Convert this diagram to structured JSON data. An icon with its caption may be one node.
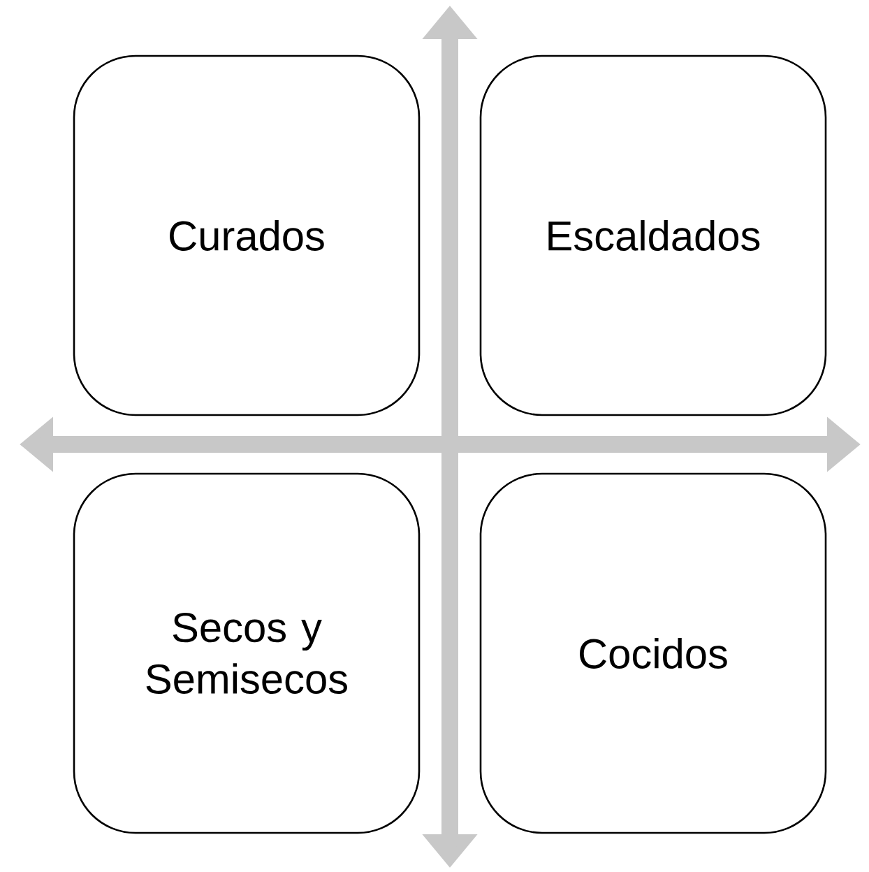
{
  "diagram": {
    "nodes": [
      {
        "text": [
          "Curados"
        ]
      },
      {
        "text": [
          "Escaldados"
        ]
      },
      {
        "text": [
          "Secos y Semisecos"
        ]
      },
      {
        "text": [
          "Cocidos"
        ]
      }
    ]
  }
}
